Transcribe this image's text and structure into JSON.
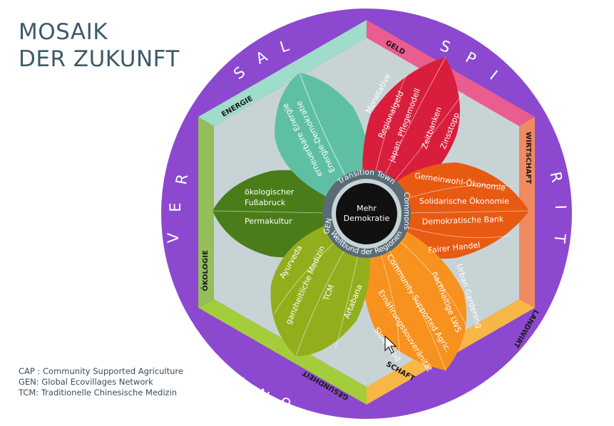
{
  "title": {
    "line1": "MOSAIK",
    "line2": "DER ZUKUNFT"
  },
  "outer_ring_letters": [
    "V",
    "E",
    "R",
    "S",
    "A",
    "L",
    "S",
    "P",
    "I",
    "R",
    "I",
    "T",
    "U",
    "N",
    "I"
  ],
  "segments": {
    "geld": "GELD",
    "wirtschaft": "WIRTSCHAFT",
    "landwirt": "LANDWIRT",
    "schaft": "SCHAFT",
    "gesundheit": "GESUNDHEIT",
    "oekologie": "ÖKOLOGIE",
    "energie": "ENERGIE"
  },
  "leaves": {
    "energie": [
      "Energie-Demokratie",
      "erneuerbare Energie"
    ],
    "geld": [
      "Monetative",
      "Regionalgeld",
      "japan. Pflegemodell",
      "Zeitbanken",
      "Zinsstopp"
    ],
    "wirtschaft": [
      "Gemeinwohl-Ökonomie",
      "Solidarische Ökonomie",
      "Demokratische Bank",
      "Fairer Handel"
    ],
    "landwirtschaft": [
      "Urban Gardening",
      "nachhaltige LWS",
      "Community Supported Agric.",
      "Ernährungssouveränität",
      "Slow Food"
    ],
    "gesundheit": [
      "Ayurveda",
      "ganzheitliche Medizin",
      "TCM",
      "Artabana"
    ],
    "oekologie": [
      "ökologischer",
      "Fußabruck",
      "Permakultur"
    ]
  },
  "hub_ring": {
    "transition": "Transition Town",
    "gen": "GEN",
    "regionen": "Weltbund der Regionen",
    "commons": "Commons"
  },
  "center": {
    "line1": "Mehr",
    "line2": "Demokratie"
  },
  "legend": [
    "CAP : Community Supported Agriculture",
    "GEN: Global Ecovillages Network",
    "TCM: Traditionelle Chinesische Medizin"
  ],
  "colors": {
    "outer_ring": "#8c49cf",
    "inner_bg": "#c8d3d6",
    "energie": "#5fbfa4",
    "geld": "#d81e3c",
    "wirtschaft": "#e85a12",
    "landwirtschaft": "#f7921e",
    "gesundheit": "#93ae1d",
    "oekologie": "#4a7d1a",
    "center": "#111111",
    "title": "#3d5a69"
  }
}
